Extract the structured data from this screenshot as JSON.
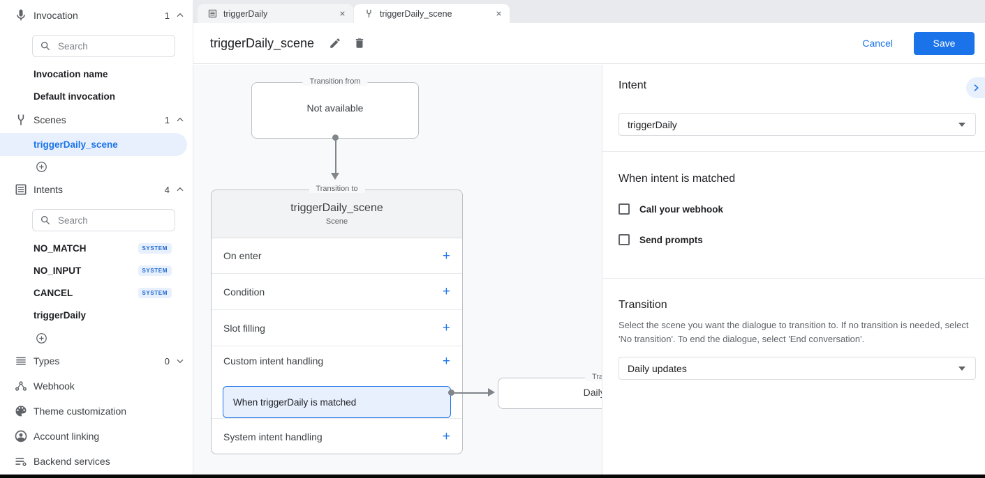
{
  "tabs": {
    "first": "triggerDaily",
    "second": "triggerDaily_scene"
  },
  "header": {
    "title": "triggerDaily_scene",
    "cancel": "Cancel",
    "save": "Save"
  },
  "sidebar": {
    "invocation": {
      "label": "Invocation",
      "count": "1",
      "search_placeholder": "Search",
      "items": [
        "Invocation name",
        "Default invocation"
      ]
    },
    "scenes": {
      "label": "Scenes",
      "count": "1",
      "selected": "triggerDaily_scene"
    },
    "intents": {
      "label": "Intents",
      "count": "4",
      "search_placeholder": "Search",
      "items": [
        {
          "name": "NO_MATCH",
          "badge": "SYSTEM"
        },
        {
          "name": "NO_INPUT",
          "badge": "SYSTEM"
        },
        {
          "name": "CANCEL",
          "badge": "SYSTEM"
        },
        {
          "name": "triggerDaily",
          "badge": ""
        }
      ]
    },
    "types": {
      "label": "Types",
      "count": "0"
    },
    "links": [
      "Webhook",
      "Theme customization",
      "Account linking",
      "Backend services"
    ]
  },
  "canvas": {
    "add_symbol": "+",
    "from_node": {
      "label": "Transition from",
      "value": "Not available"
    },
    "scene_node": {
      "label": "Transition to",
      "title": "triggerDaily_scene",
      "subtitle": "Scene",
      "rows": [
        "On enter",
        "Condition",
        "Slot filling",
        "Custom intent handling",
        "System intent handling"
      ],
      "card": "When triggerDaily is matched"
    },
    "next_node": {
      "label": "Transition to",
      "value": "Daily updates"
    }
  },
  "panel": {
    "intent_heading": "Intent",
    "intent_value": "triggerDaily",
    "matched_heading": "When intent is matched",
    "checkboxes": [
      "Call your webhook",
      "Send prompts"
    ],
    "transition_heading": "Transition",
    "transition_description": "Select the scene you want the dialogue to transition to. If no transition is needed, select 'No transition'. To end the dialogue, select 'End conversation'.",
    "transition_value": "Daily updates"
  },
  "colors": {
    "accent": "#1a73e8",
    "selection_bg": "#e8f0fe",
    "badge_text": "#1967d2",
    "canvas_bg": "#f8f9fa"
  }
}
